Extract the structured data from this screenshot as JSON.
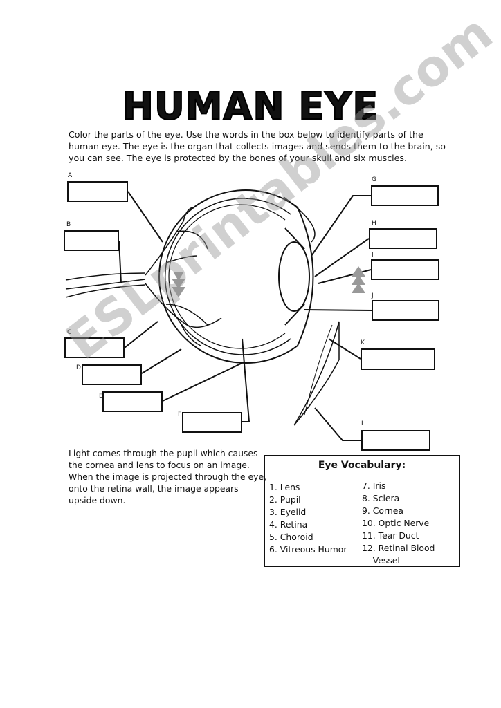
{
  "title": "HUMAN EYE",
  "intro": "Color the parts of the eye. Use the words in the box below to identify parts of the human eye. The eye is the organ that collects images and sends them to the brain, so you can see. The eye is protected by the bones of your skull and six muscles.",
  "labels": [
    "A",
    "B",
    "C",
    "D",
    "E",
    "F",
    "G",
    "H",
    "I",
    "J",
    "K",
    "L"
  ],
  "light_text": "Light comes through the pupil which causes the cornea and lens to focus on an image. When the image is projected through the eye, onto the retina wall, the image appears upside down.",
  "vocabulary": {
    "heading": "Eye Vocabulary:",
    "left": [
      "1. Lens",
      "2. Pupil",
      "3. Eyelid",
      "4. Retina",
      "5. Choroid",
      "6. Vitreous Humor"
    ],
    "right": [
      "7. Iris",
      "8. Sclera",
      "9. Cornea",
      "10. Optic Nerve",
      "11. Tear Duct",
      "12. Retinal Blood\n    Vessel"
    ]
  },
  "watermark": "ESLprintables.com"
}
